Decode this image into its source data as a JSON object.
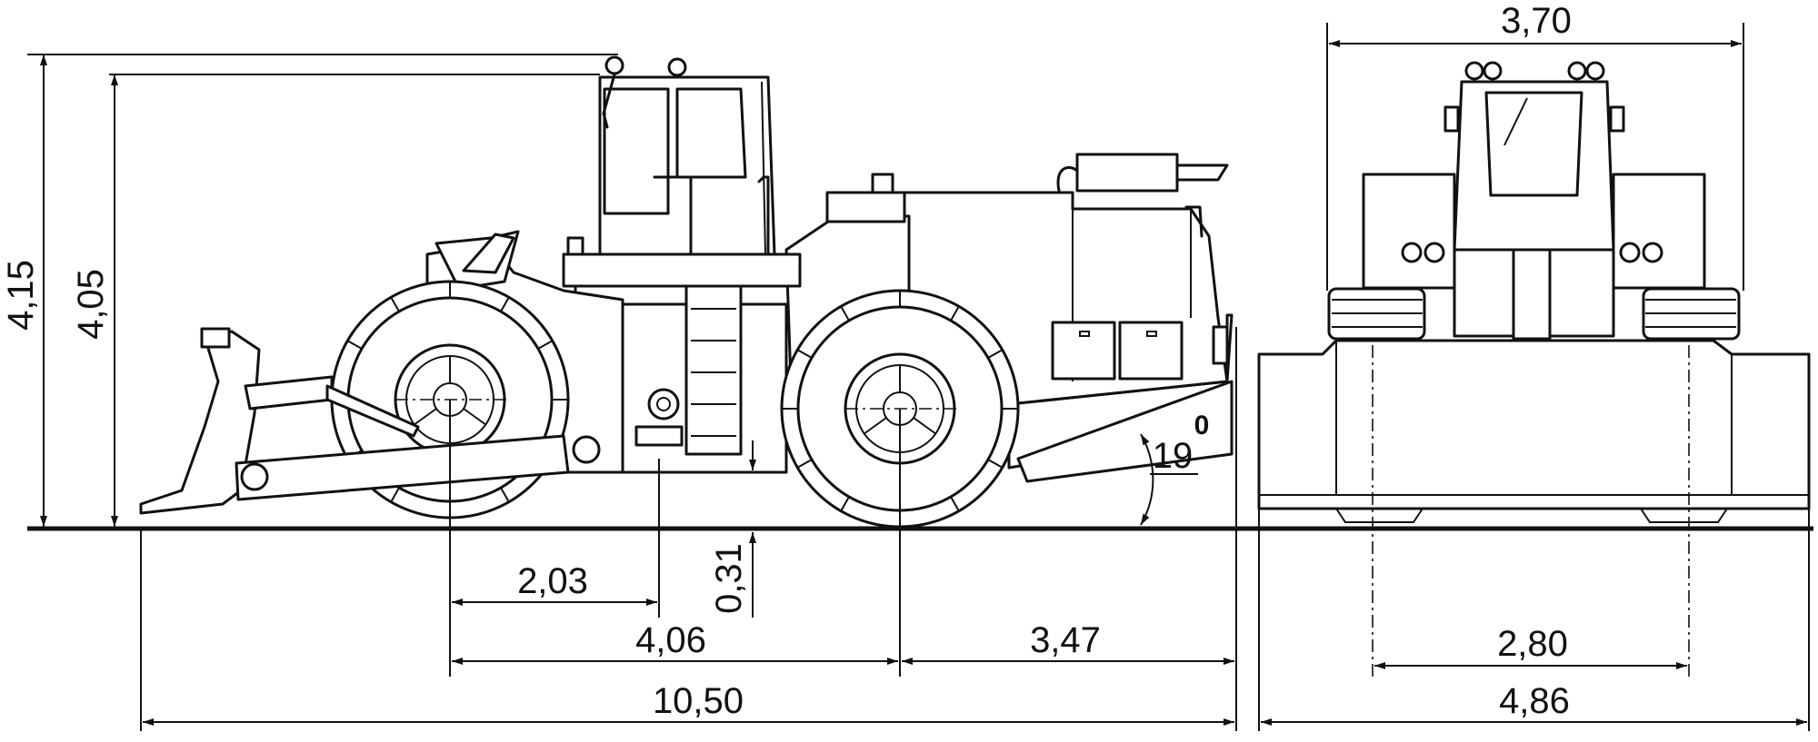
{
  "dimensions": {
    "overall_height": "4,15",
    "cab_height": "4,05",
    "blade_to_front_axle": "2,03",
    "wheelbase": "4,06",
    "ground_clearance": "0,31",
    "rear_axle_to_end": "3,47",
    "overall_length": "10,50",
    "overall_width": "3,70",
    "track_width": "2,80",
    "blade_width": "4,86",
    "departure_angle": "19",
    "angle_unit": "0"
  }
}
